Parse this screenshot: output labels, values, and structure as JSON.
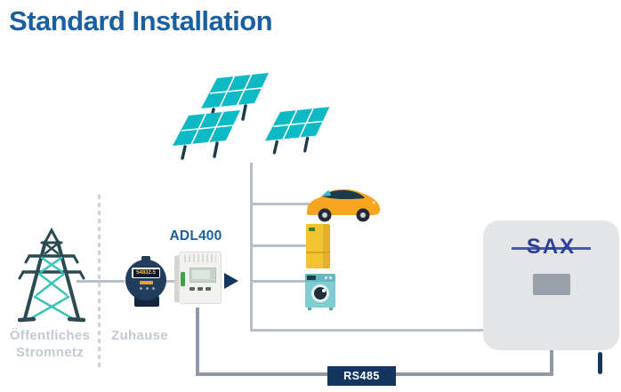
{
  "title": "Standard Installation",
  "labels": {
    "public_grid_line1": "Öffentliches",
    "public_grid_line2": "Stromnetz",
    "home": "Zuhause",
    "meter_model": "ADL400",
    "meter_display_reading": "54832.5",
    "comm_bus": "RS485",
    "inverter_brand_logo": "SAX"
  },
  "icons": {
    "grid": "transmission-tower-icon",
    "generation": "solar-panel-icon",
    "metering": "energy-meter-icon",
    "loads": [
      "ev-car-icon",
      "fridge-icon",
      "washing-machine-icon"
    ],
    "storage": "sax-inverter-box"
  },
  "colors": {
    "title_blue": "#1a5fa0",
    "panel_teal": "#0cb9c4",
    "accent_navy": "#16355e",
    "wire_light_gray": "#b9bfc8",
    "wire_dark_gray": "#9199a6",
    "label_gray": "#c4c9d2",
    "car_orange": "#f6a523",
    "fridge_yellow": "#f3c431",
    "washer_teal": "#7fccd2",
    "sax_logo_blue": "#2e3f96",
    "inverter_body_gray": "#e4e5e7"
  }
}
